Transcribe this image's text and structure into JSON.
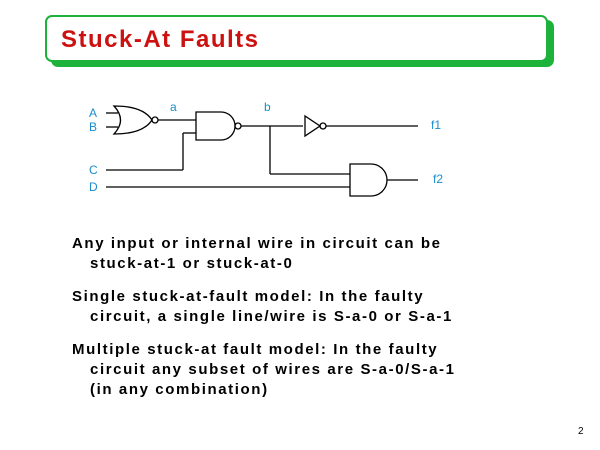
{
  "slide": {
    "title": "Stuck-At Faults",
    "page_number": "2"
  },
  "circuit": {
    "labels": {
      "A": "A",
      "B": "B",
      "C": "C",
      "D": "D",
      "a": "a",
      "b": "b",
      "f1": "f1",
      "f2": "f2"
    }
  },
  "bullets": [
    {
      "line1": "Any input or internal wire in circuit can be",
      "line2": "stuck-at-1 or stuck-at-0",
      "line3": ""
    },
    {
      "line1": "Single stuck-at-fault model:  In the faulty",
      "line2": "circuit, a single line/wire is S-a-0 or S-a-1",
      "line3": ""
    },
    {
      "line1": "Multiple stuck-at fault model:  In the faulty",
      "line2": "circuit any subset of wires are S-a-0/S-a-1",
      "line3": "(in any combination)"
    }
  ],
  "colors": {
    "title": "#cc1111",
    "frame": "#1db33a",
    "labels": "#1a8ccc"
  }
}
